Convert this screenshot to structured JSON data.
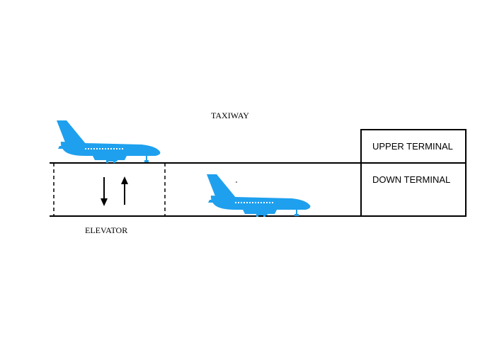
{
  "labels": {
    "taxiway": "TAXIWAY",
    "elevator": "ELEVATOR",
    "upper_terminal": "UPPER TERMINAL",
    "down_terminal": "DOWN TERMINAL"
  },
  "colors": {
    "plane": "#1ea0ee",
    "line": "#000000",
    "background": "#ffffff"
  },
  "icons": [
    "airplane-icon",
    "arrow-down-icon",
    "arrow-up-icon"
  ]
}
